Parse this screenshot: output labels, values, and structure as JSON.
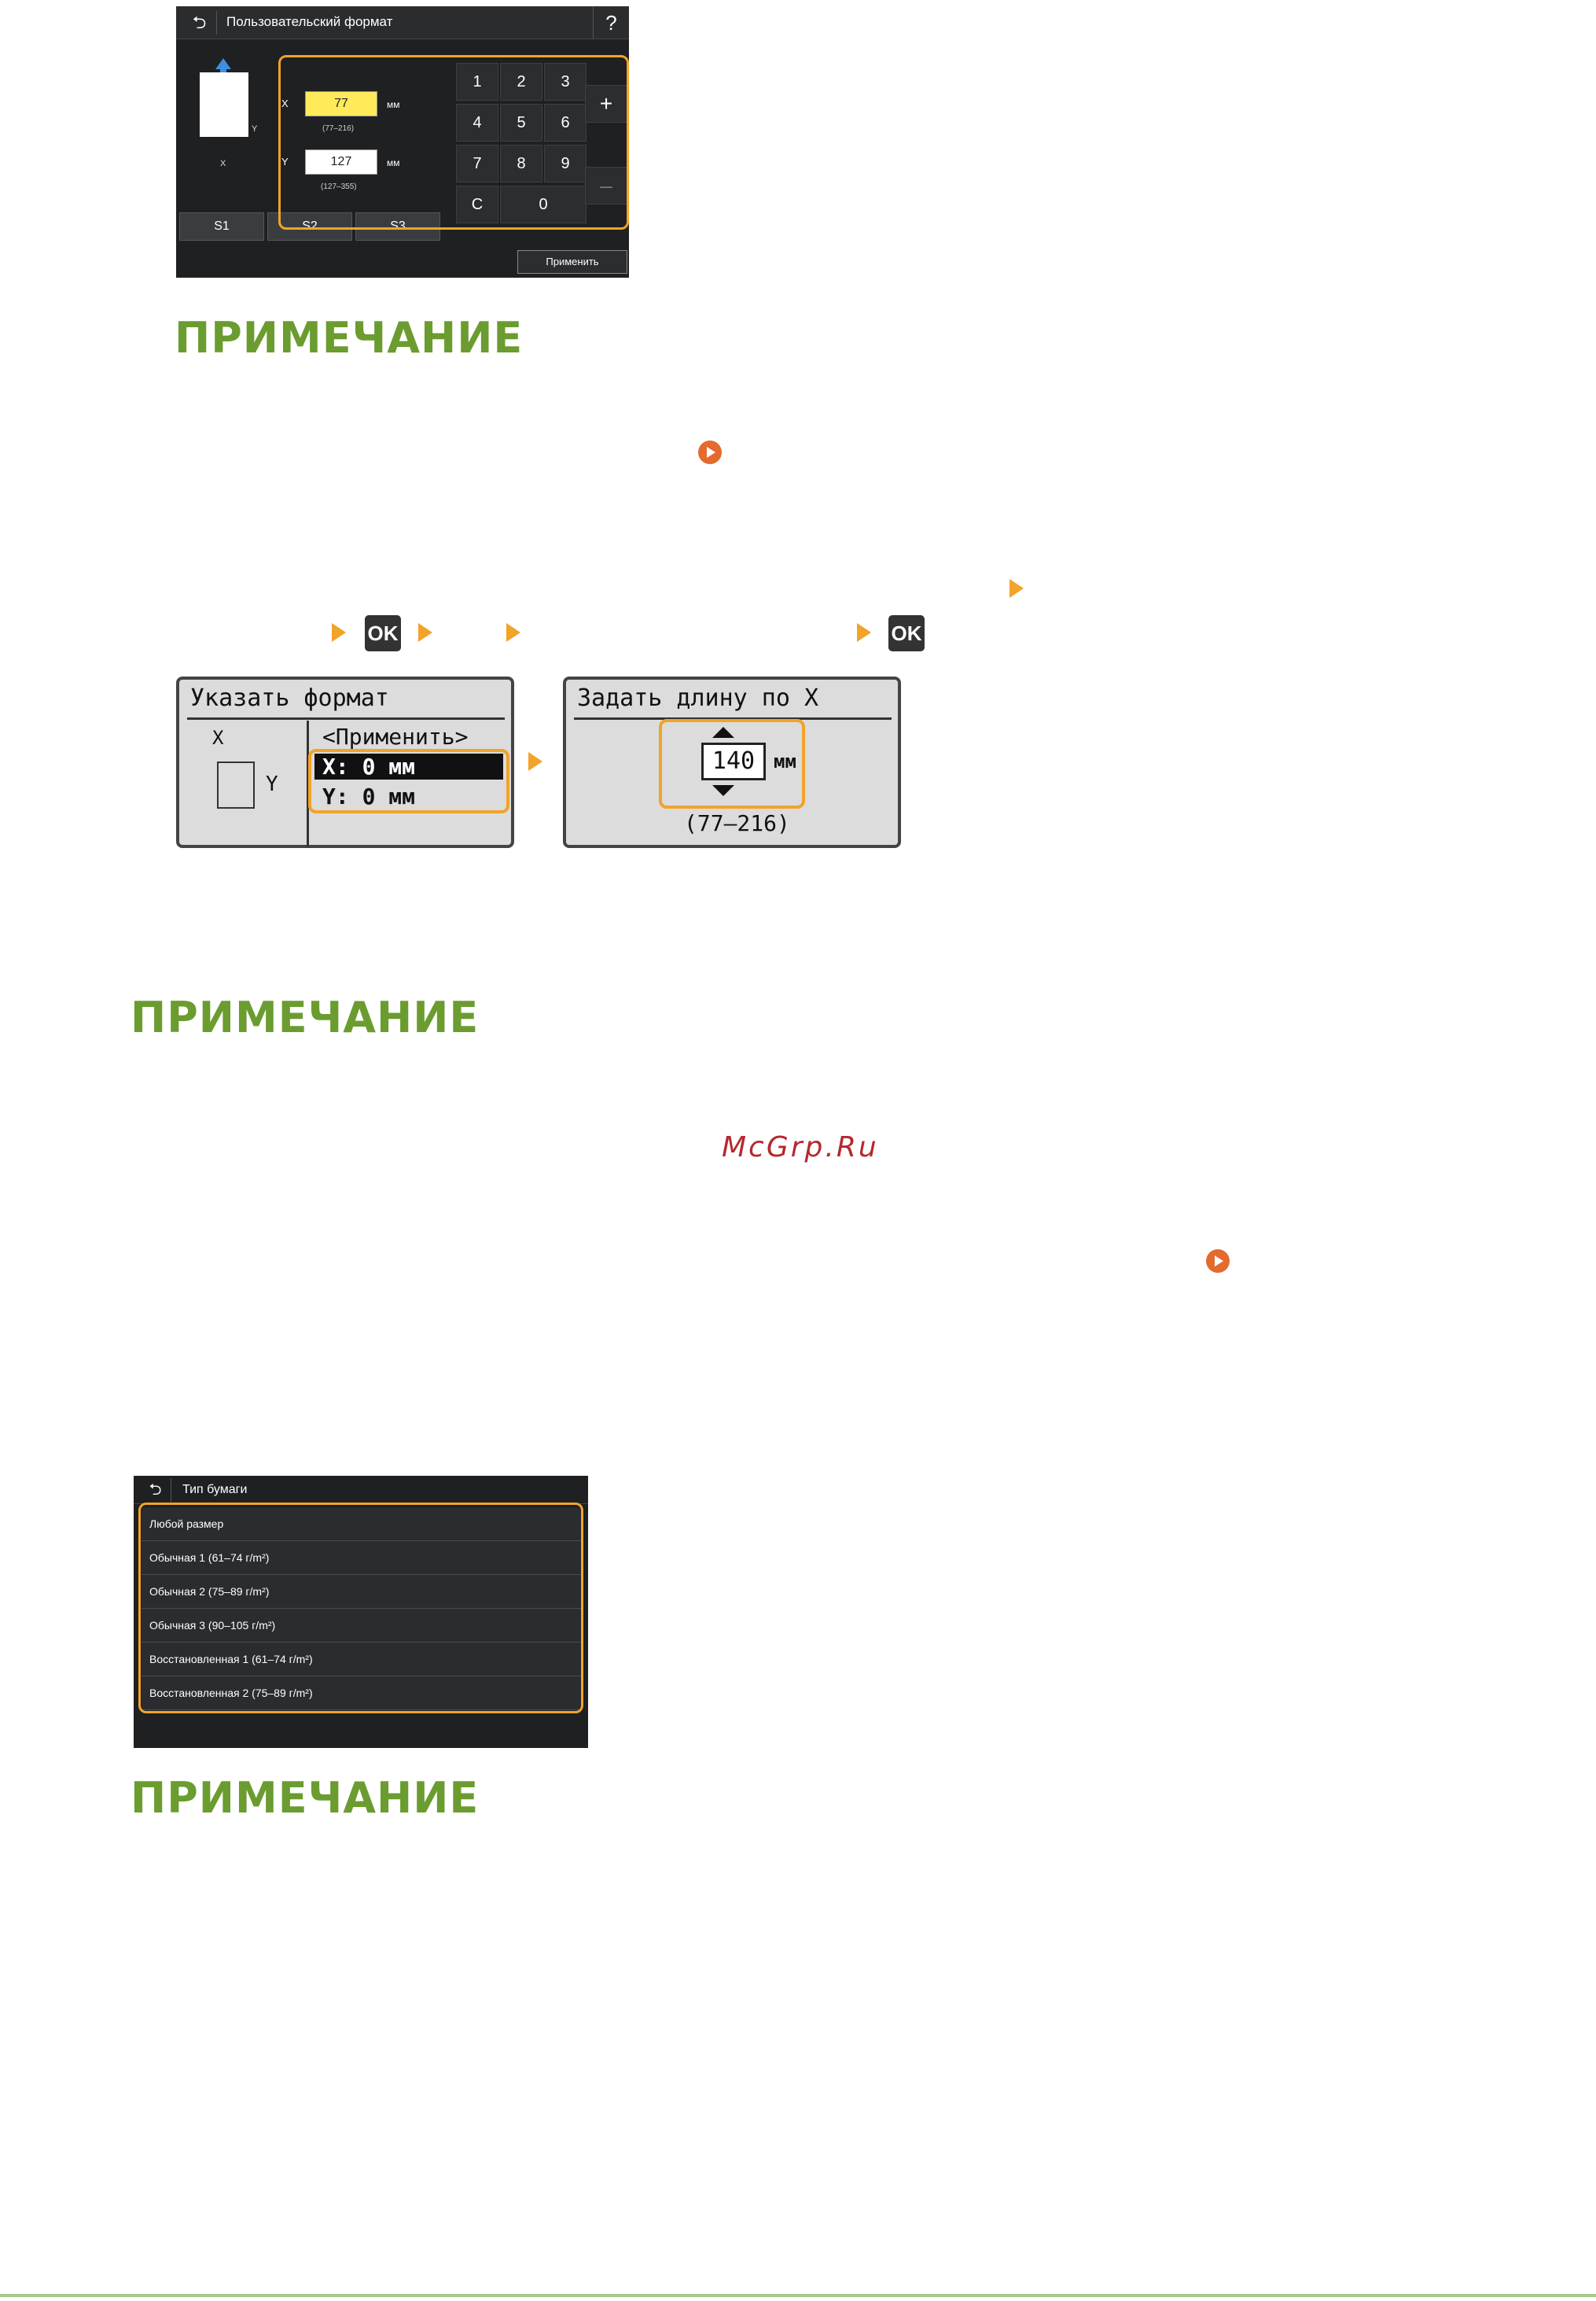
{
  "panel1": {
    "title": "Пользовательский формат",
    "back_glyph": "⮌",
    "help_glyph": "?",
    "x_label": "X",
    "y_label": "Y",
    "x_value": "77",
    "y_value": "127",
    "unit": "мм",
    "x_range": "(77–216)",
    "y_range": "(127–355)",
    "keys": [
      "1",
      "2",
      "3",
      "4",
      "5",
      "6",
      "7",
      "8",
      "9",
      "C",
      "0"
    ],
    "plus": "+",
    "minus": "–",
    "s_buttons": [
      "S1",
      "S2",
      "S3"
    ],
    "apply": "Применить",
    "paper_x": "X",
    "paper_y": "Y"
  },
  "notes": {
    "title_1": "ПРИМЕЧАНИЕ",
    "title_2": "ПРИМЕЧАНИЕ",
    "title_3": "ПРИМЕЧАНИЕ"
  },
  "ok_label": "OK",
  "lcd_left": {
    "title": "Указать формат",
    "apply": "<Применить>",
    "x_item": "X: 0 мм",
    "y_item": "Y: 0 мм",
    "axis_x": "X",
    "axis_y": "Y"
  },
  "lcd_right": {
    "title": "Задать длину по X",
    "value": "140",
    "unit": "мм",
    "range": "(77–216)"
  },
  "watermark": "McGrp.Ru",
  "panel2": {
    "title": "Тип бумаги",
    "back_glyph": "⮌",
    "items": [
      "Любой размер",
      "Обычная 1 (61–74 г/m²)",
      "Обычная 2 (75–89 г/m²)",
      "Обычная 3 (90–105 г/m²)",
      "Восстановленная 1 (61–74 г/m²)",
      "Восстановленная 2 (75–89 г/m²)"
    ]
  },
  "colors": {
    "note_green": "#6b9c2f",
    "highlight_orange": "#f2a32a",
    "link_orange": "#e46a2e",
    "watermark_red": "#b5282e"
  }
}
